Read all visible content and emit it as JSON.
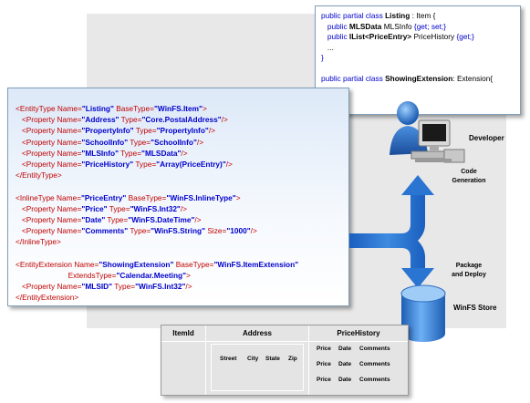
{
  "xml_lines": [
    [
      {
        "c": "t",
        "s": "<EntityType "
      },
      {
        "c": "a",
        "s": "Name="
      },
      {
        "c": "v",
        "s": "\"Listing\""
      },
      {
        "c": "a",
        "s": " BaseType="
      },
      {
        "c": "v",
        "s": "\"WinFS.Item\""
      },
      {
        "c": "t",
        "s": ">"
      }
    ],
    [
      {
        "c": "t",
        "s": "   <Property "
      },
      {
        "c": "a",
        "s": "Name="
      },
      {
        "c": "v",
        "s": "\"Address\""
      },
      {
        "c": "a",
        "s": " Type="
      },
      {
        "c": "v",
        "s": "\"Core.PostalAddress\""
      },
      {
        "c": "t",
        "s": "/>"
      }
    ],
    [
      {
        "c": "t",
        "s": "   <Property "
      },
      {
        "c": "a",
        "s": "Name="
      },
      {
        "c": "v",
        "s": "\"PropertyInfo\""
      },
      {
        "c": "a",
        "s": " Type="
      },
      {
        "c": "v",
        "s": "\"PropertyInfo\""
      },
      {
        "c": "t",
        "s": "/>"
      }
    ],
    [
      {
        "c": "t",
        "s": "   <Property "
      },
      {
        "c": "a",
        "s": "Name="
      },
      {
        "c": "v",
        "s": "\"SchoolInfo\""
      },
      {
        "c": "a",
        "s": " Type="
      },
      {
        "c": "v",
        "s": "\"SchoolInfo\""
      },
      {
        "c": "t",
        "s": "/>"
      }
    ],
    [
      {
        "c": "t",
        "s": "   <Property "
      },
      {
        "c": "a",
        "s": "Name="
      },
      {
        "c": "v",
        "s": "\"MLSInfo\""
      },
      {
        "c": "a",
        "s": " Type="
      },
      {
        "c": "v",
        "s": "\"MLSData\""
      },
      {
        "c": "t",
        "s": "/>"
      }
    ],
    [
      {
        "c": "t",
        "s": "   <Property "
      },
      {
        "c": "a",
        "s": "Name="
      },
      {
        "c": "v",
        "s": "\"PriceHistory\""
      },
      {
        "c": "a",
        "s": " Type="
      },
      {
        "c": "v",
        "s": "\"Array(PriceEntry)\""
      },
      {
        "c": "t",
        "s": "/>"
      }
    ],
    [
      {
        "c": "t",
        "s": "</EntityType>"
      }
    ],
    [],
    [
      {
        "c": "t",
        "s": "<InlineType "
      },
      {
        "c": "a",
        "s": "Name="
      },
      {
        "c": "v",
        "s": "\"PriceEntry\""
      },
      {
        "c": "a",
        "s": " BaseType="
      },
      {
        "c": "v",
        "s": "\"WinFS.InlineType\""
      },
      {
        "c": "t",
        "s": ">"
      }
    ],
    [
      {
        "c": "t",
        "s": "   <Property "
      },
      {
        "c": "a",
        "s": "Name="
      },
      {
        "c": "v",
        "s": "\"Price\""
      },
      {
        "c": "a",
        "s": " Type="
      },
      {
        "c": "v",
        "s": "\"WinFS.Int32\""
      },
      {
        "c": "t",
        "s": "/>"
      }
    ],
    [
      {
        "c": "t",
        "s": "   <Property "
      },
      {
        "c": "a",
        "s": "Name="
      },
      {
        "c": "v",
        "s": "\"Date\""
      },
      {
        "c": "a",
        "s": " Type="
      },
      {
        "c": "v",
        "s": "\"WinFS.DateTime\""
      },
      {
        "c": "t",
        "s": "/>"
      }
    ],
    [
      {
        "c": "t",
        "s": "   <Property "
      },
      {
        "c": "a",
        "s": "Name="
      },
      {
        "c": "v",
        "s": "\"Comments\""
      },
      {
        "c": "a",
        "s": " Type="
      },
      {
        "c": "v",
        "s": "\"WinFS.String\""
      },
      {
        "c": "a",
        "s": " Size="
      },
      {
        "c": "v",
        "s": "\"1000\""
      },
      {
        "c": "t",
        "s": "/>"
      }
    ],
    [
      {
        "c": "t",
        "s": "</InlineType>"
      }
    ],
    [],
    [
      {
        "c": "t",
        "s": "<EntityExtension "
      },
      {
        "c": "a",
        "s": "Name="
      },
      {
        "c": "v",
        "s": "\"ShowingExtension\""
      },
      {
        "c": "a",
        "s": " BaseType="
      },
      {
        "c": "v",
        "s": "\"WinFS.ItemExtension\""
      }
    ],
    [
      {
        "c": "a",
        "s": "                         ExtendsType="
      },
      {
        "c": "v",
        "s": "\"Calendar.Meeting\""
      },
      {
        "c": "t",
        "s": ">"
      }
    ],
    [
      {
        "c": "t",
        "s": "   <Property "
      },
      {
        "c": "a",
        "s": "Name="
      },
      {
        "c": "v",
        "s": "\"MLSID\""
      },
      {
        "c": "a",
        "s": " Type="
      },
      {
        "c": "v",
        "s": "\"WinFS.Int32\""
      },
      {
        "c": "t",
        "s": "/>"
      }
    ],
    [
      {
        "c": "t",
        "s": "</EntityExtension>"
      }
    ]
  ],
  "class_lines": [
    [
      {
        "c": "k",
        "s": "public partial class "
      },
      {
        "c": "b",
        "s": "Listing"
      },
      {
        "c": "n",
        "s": " : Item {"
      }
    ],
    [
      {
        "c": "k",
        "s": "   public "
      },
      {
        "c": "b",
        "s": "MLSData"
      },
      {
        "c": "n",
        "s": " MLSInfo "
      },
      {
        "c": "k",
        "s": "{get; set;}"
      }
    ],
    [
      {
        "c": "k",
        "s": "   public "
      },
      {
        "c": "b",
        "s": "IList<PriceEntry>"
      },
      {
        "c": "n",
        "s": " PriceHistory "
      },
      {
        "c": "k",
        "s": "{get;}"
      }
    ],
    [
      {
        "c": "n",
        "s": "   ..."
      }
    ],
    [
      {
        "c": "k",
        "s": "}"
      }
    ],
    [],
    [
      {
        "c": "k",
        "s": "public partial class "
      },
      {
        "c": "b",
        "s": "ShowingExtension"
      },
      {
        "c": "n",
        "s": ": Extension{"
      }
    ],
    [
      {
        "c": "n",
        "s": "   ..."
      }
    ],
    [
      {
        "c": "k",
        "s": "}"
      }
    ]
  ],
  "labels": {
    "developer": "Developer",
    "code_generation": "Code\nGeneration",
    "package_deploy": "Package\nand Deploy",
    "winfs_store": "WinFS Store"
  },
  "table": {
    "headers": [
      "ItemId",
      "Address",
      "PriceHistory"
    ],
    "address_sub": [
      "Street",
      "City",
      "State",
      "Zip"
    ],
    "price_rows": [
      [
        "Price",
        "Date",
        "Comments"
      ],
      [
        "Price",
        "Date",
        "Comments"
      ],
      [
        "Price",
        "Date",
        "Comments"
      ]
    ]
  },
  "colors": {
    "arrow": "#1c6fd0",
    "cylinder": "#3b86d8",
    "xml_tag": "#c00000",
    "xml_value": "#0000cc"
  }
}
